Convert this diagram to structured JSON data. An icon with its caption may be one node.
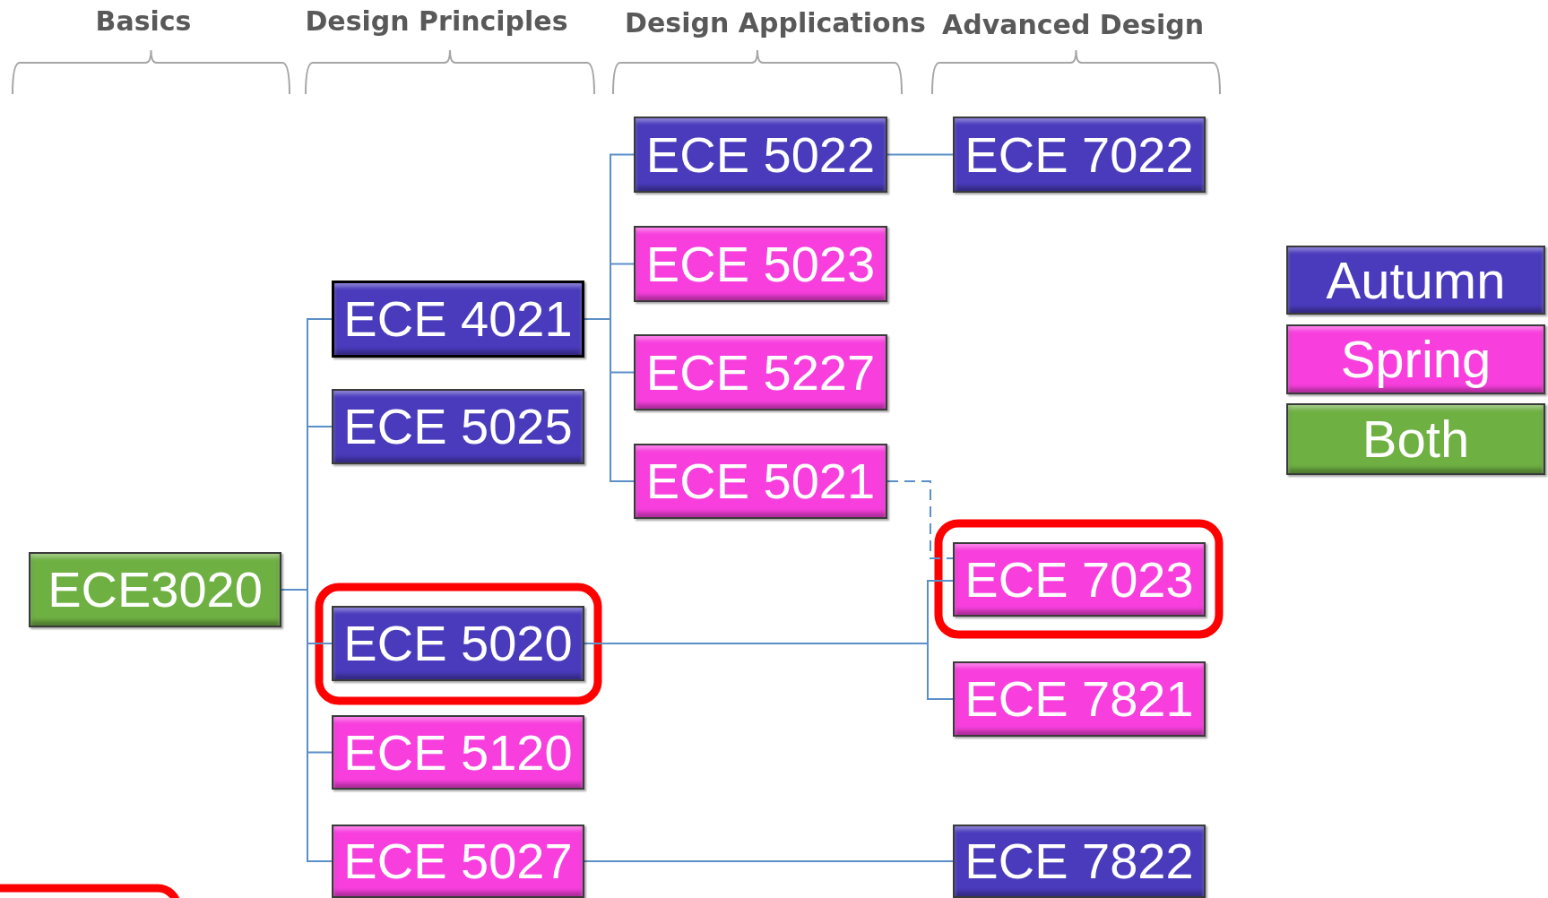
{
  "diagram": {
    "nodes": [
      {
        "text": [
          "ECE3020"
        ]
      },
      {
        "text": [
          "ECE 4021"
        ]
      },
      {
        "text": [
          "ECE 5025"
        ]
      },
      {
        "text": [
          "ECE 5020"
        ]
      },
      {
        "text": [
          "ECE 5120"
        ]
      },
      {
        "text": [
          "ECE 5027"
        ]
      },
      {
        "text": [
          "ECE 5022"
        ]
      },
      {
        "text": [
          "ECE 5023"
        ]
      },
      {
        "text": [
          "ECE 5227"
        ]
      },
      {
        "text": [
          "ECE 5021"
        ]
      },
      {
        "text": [
          "ECE 7022"
        ]
      },
      {
        "text": [
          "ECE 7023"
        ]
      },
      {
        "text": [
          "ECE 7821"
        ]
      },
      {
        "text": [
          "ECE 7822"
        ]
      }
    ],
    "edges": [
      {
        "from": 0,
        "to": 1,
        "arrow": "none"
      },
      {
        "from": 0,
        "to": 2,
        "arrow": "none"
      },
      {
        "from": 0,
        "to": 3,
        "arrow": "none"
      },
      {
        "from": 0,
        "to": 4,
        "arrow": "none"
      },
      {
        "from": 0,
        "to": 5,
        "arrow": "none"
      },
      {
        "from": 1,
        "to": 6,
        "arrow": "none"
      },
      {
        "from": 1,
        "to": 7,
        "arrow": "none"
      },
      {
        "from": 1,
        "to": 8,
        "arrow": "none"
      },
      {
        "from": 1,
        "to": 9,
        "arrow": "none"
      },
      {
        "from": 6,
        "to": 10,
        "arrow": "none"
      },
      {
        "from": 9,
        "to": 11,
        "arrow": "none",
        "style": "dashed"
      },
      {
        "from": 3,
        "to": 11,
        "arrow": "none"
      },
      {
        "from": 3,
        "to": 12,
        "arrow": "none"
      },
      {
        "from": 5,
        "to": 13,
        "arrow": "none"
      }
    ],
    "labels": [
      "Basics",
      "Design Principles",
      "Design Applications",
      "Advanced Design"
    ],
    "legend": [
      {
        "text": "Autumn",
        "color": "#4a3bbd"
      },
      {
        "text": "Spring",
        "color": "#f83fde"
      },
      {
        "text": "Both",
        "color": "#6fb043"
      }
    ]
  }
}
